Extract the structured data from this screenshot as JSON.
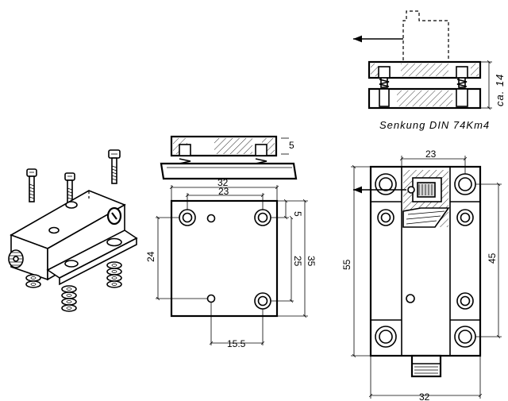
{
  "dimensions": {
    "front_width_32": "32",
    "front_hole_spacing_23": "23",
    "front_top_offset_5": "5",
    "front_height_24": "24",
    "front_height_25": "25",
    "front_height_35": "35",
    "front_bottom_15_5": "15.5",
    "side_thickness_5": "5",
    "right_top_23": "23",
    "right_height_55": "55",
    "right_height_45": "45",
    "right_bottom_32": "32",
    "section_height": "ca. 14"
  },
  "labels": {
    "countersink_note": "Senkung DIN 74Km4"
  }
}
